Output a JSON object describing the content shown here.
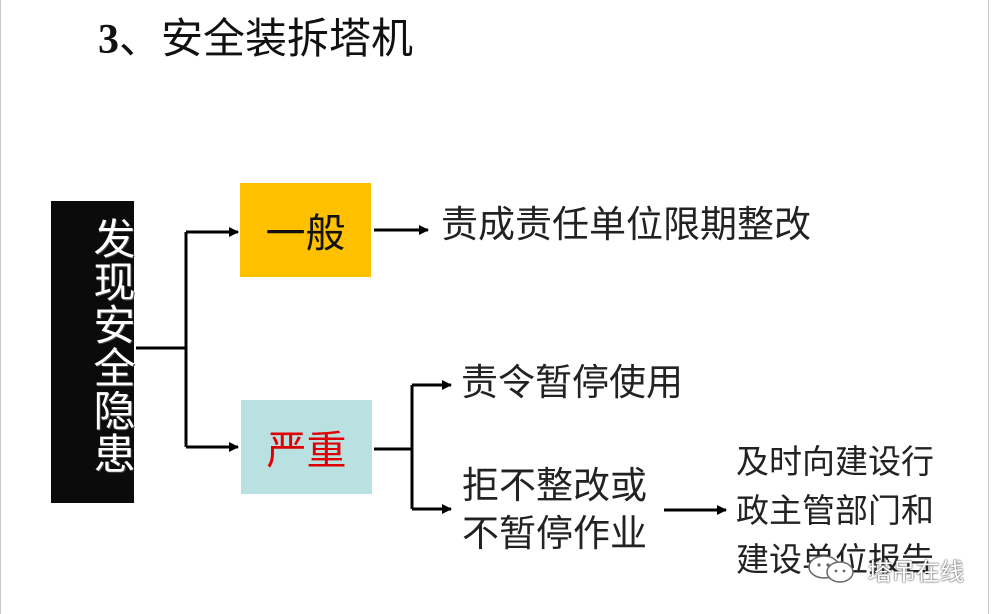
{
  "title": {
    "number": "3",
    "text": "、安全装拆塔机"
  },
  "diagram": {
    "root": "发现安全隐患",
    "general": {
      "label": "一般",
      "action": "责成责任单位限期整改",
      "color": "#ffc000"
    },
    "serious": {
      "label": "严重",
      "color": "#b9e1e1",
      "text_color": "#e00000",
      "actions": {
        "suspend": "责令暂停使用",
        "refuse": [
          "拒不整改或",
          "不暂停作业"
        ]
      },
      "report": [
        "及时向建设行",
        "政主管部门和",
        "建设单位报告"
      ]
    }
  },
  "watermark": {
    "icon": "wechat-icon",
    "text": "塔吊在线"
  }
}
